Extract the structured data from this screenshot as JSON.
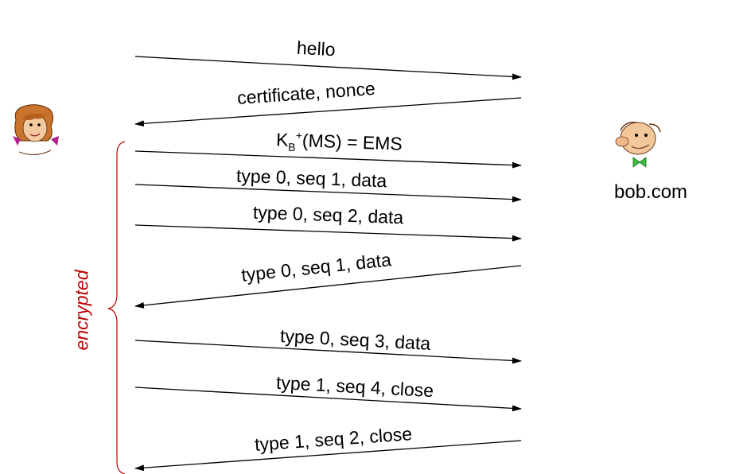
{
  "hosts": {
    "bob_label": "bob.com"
  },
  "bracket": {
    "label": "encrypted",
    "color": "#c00000"
  },
  "messages": [
    {
      "text": "hello"
    },
    {
      "text": "certificate, nonce"
    },
    {
      "key_base": "K",
      "key_sub": "B",
      "key_sup": "+",
      "text_rest": "(MS) = EMS"
    },
    {
      "text": "type 0, seq 1, data"
    },
    {
      "text": "type 0, seq 2, data"
    },
    {
      "text": "type 0, seq 1, data"
    },
    {
      "text": "type 0, seq 3, data"
    },
    {
      "text": "type 1, seq 4, close"
    },
    {
      "text": "type 1, seq 2, close"
    }
  ],
  "icons": {
    "client": "alice-cartoon-icon",
    "server": "bob-cartoon-icon"
  }
}
